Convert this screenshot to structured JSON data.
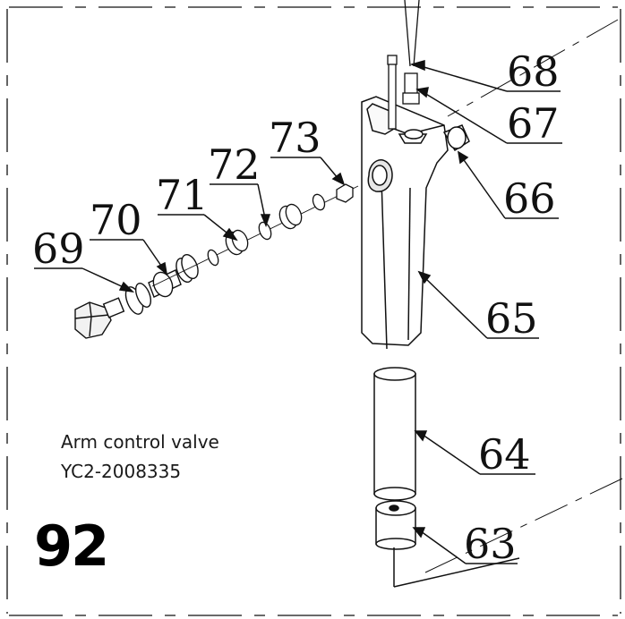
{
  "diagram": {
    "caption_title": "Arm control valve",
    "caption_part_number": "YC2-2008335",
    "page_number": "92",
    "callouts": [
      "63",
      "64",
      "65",
      "66",
      "67",
      "68",
      "69",
      "70",
      "71",
      "72",
      "73"
    ]
  },
  "colors": {
    "line": "#111111",
    "fill": "#ffffff",
    "shade": "#d8d8d8"
  }
}
